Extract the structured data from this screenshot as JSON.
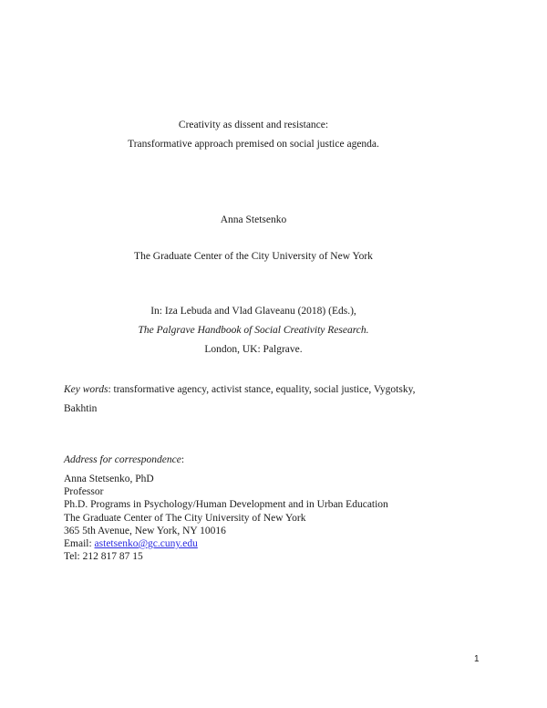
{
  "title": {
    "line1": "Creativity as dissent and resistance:",
    "line2": "Transformative approach premised on social justice agenda."
  },
  "author": "Anna Stetsenko",
  "affiliation": "The Graduate Center of the City University of New York",
  "citation": {
    "line1": "In: Iza Lebuda and Vlad Glaveanu (2018) (Eds.),",
    "line2": "The Palgrave Handbook of Social Creativity Research.",
    "line3": "London, UK: Palgrave."
  },
  "keywords": {
    "label": "Key words",
    "text": ": transformative agency, activist stance, equality, social justice, Vygotsky, Bakhtin"
  },
  "correspondence": {
    "label": "Address for correspondence",
    "label_suffix": ":",
    "name": "Anna Stetsenko, PhD",
    "title": "Professor",
    "program": "Ph.D. Programs in Psychology/Human Development and in Urban Education",
    "institution": "The Graduate Center of The City University of New York",
    "street": "365 5th Avenue, New York, NY 10016",
    "email_label": "Email: ",
    "email": "astetsenko@gc.cuny.edu",
    "tel": "Tel: 212 817 87 15"
  },
  "page_number": "1",
  "colors": {
    "link": "#2a2ae0",
    "text": "#1a1a1a",
    "background": "#ffffff"
  }
}
